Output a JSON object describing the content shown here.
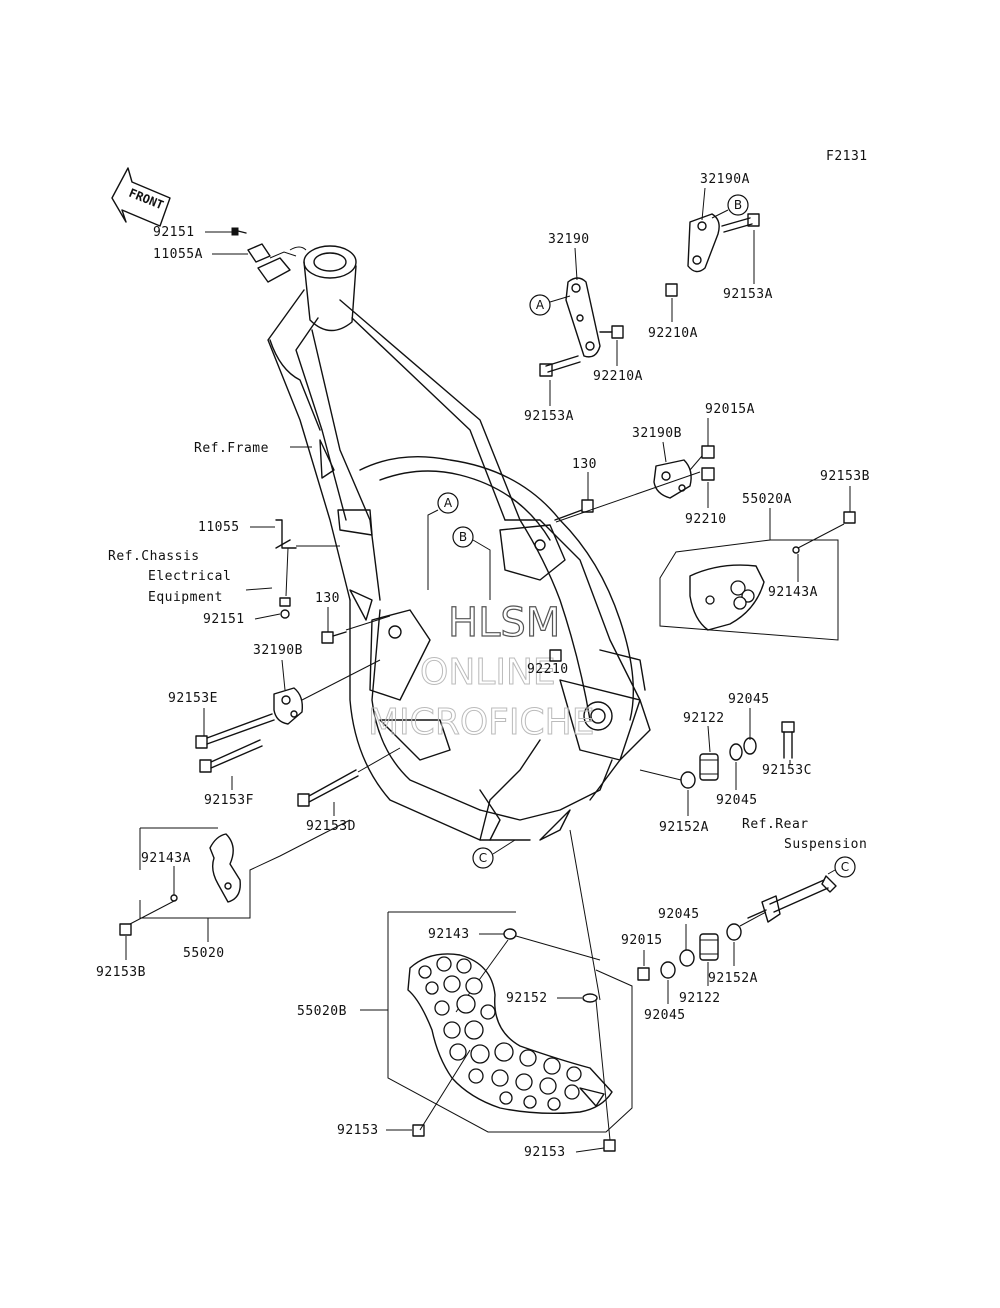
{
  "figure_code": "F2131",
  "front_label": "FRONT",
  "watermark": {
    "line1": "HLSM",
    "line2": "ONLINE",
    "line3": "MICROFICHE"
  },
  "callouts": {
    "a": "A",
    "b": "B",
    "c": "C"
  },
  "references": {
    "frame": "Ref.Frame",
    "chassis_line1": "Ref.Chassis",
    "chassis_line2": "Electrical",
    "chassis_line3": "Equipment",
    "rear_line1": "Ref.Rear",
    "rear_line2": "Suspension"
  },
  "parts": {
    "p92151_top": "92151",
    "p11055A": "11055A",
    "p32190": "32190",
    "p32190A": "32190A",
    "p92153A_right": "92153A",
    "p92210A_right": "92210A",
    "p92210A_left": "92210A",
    "p92153A_left": "92153A",
    "p92015A": "92015A",
    "p32190B_right": "32190B",
    "p130_right": "130",
    "p92210_right": "92210",
    "p55020A": "55020A",
    "p92153B_right": "92153B",
    "p92143A_right": "92143A",
    "p11055": "11055",
    "p92151_bottom": "92151",
    "p130_left": "130",
    "p32190B_left": "32190B",
    "p92153E": "92153E",
    "p92153F": "92153F",
    "p92153D": "92153D",
    "p92210_center": "92210",
    "p92122_top": "92122",
    "p92045_top": "92045",
    "p92153C": "92153C",
    "p92045_mid": "92045",
    "p92152A_top": "92152A",
    "p92143A_left": "92143A",
    "p55020": "55020",
    "p92153B_left": "92153B",
    "p92143": "92143",
    "p92152": "92152",
    "p55020B": "55020B",
    "p92153_left": "92153",
    "p92153_bottom": "92153",
    "p92045_low": "92045",
    "p92015": "92015",
    "p92122_low": "92122",
    "p92152A_low": "92152A",
    "p92045_bottom": "92045"
  }
}
